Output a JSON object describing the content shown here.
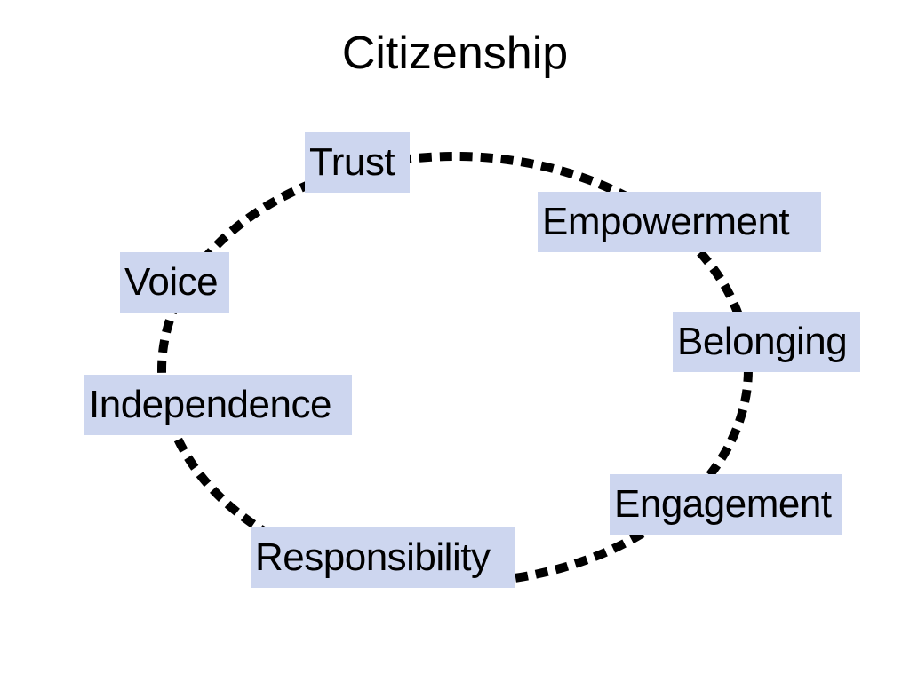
{
  "title": "Citizenship",
  "colors": {
    "label_background": "#cdd6ef",
    "ring_stroke": "#000000",
    "background": "#ffffff"
  },
  "cycle": {
    "ring_style": "dotted",
    "nodes": [
      {
        "id": "trust",
        "label": "Trust"
      },
      {
        "id": "empowerment",
        "label": "Empowerment"
      },
      {
        "id": "voice",
        "label": "Voice"
      },
      {
        "id": "belonging",
        "label": "Belonging"
      },
      {
        "id": "independence",
        "label": "Independence"
      },
      {
        "id": "engagement",
        "label": "Engagement"
      },
      {
        "id": "responsibility",
        "label": "Responsibility"
      }
    ]
  }
}
